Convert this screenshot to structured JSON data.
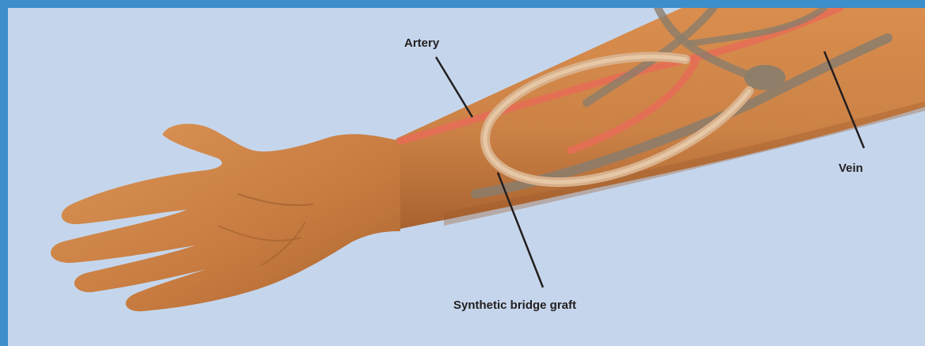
{
  "diagram": {
    "labels": {
      "artery": "Artery",
      "vein": "Vein",
      "graft": "Synthetic bridge graft"
    }
  }
}
